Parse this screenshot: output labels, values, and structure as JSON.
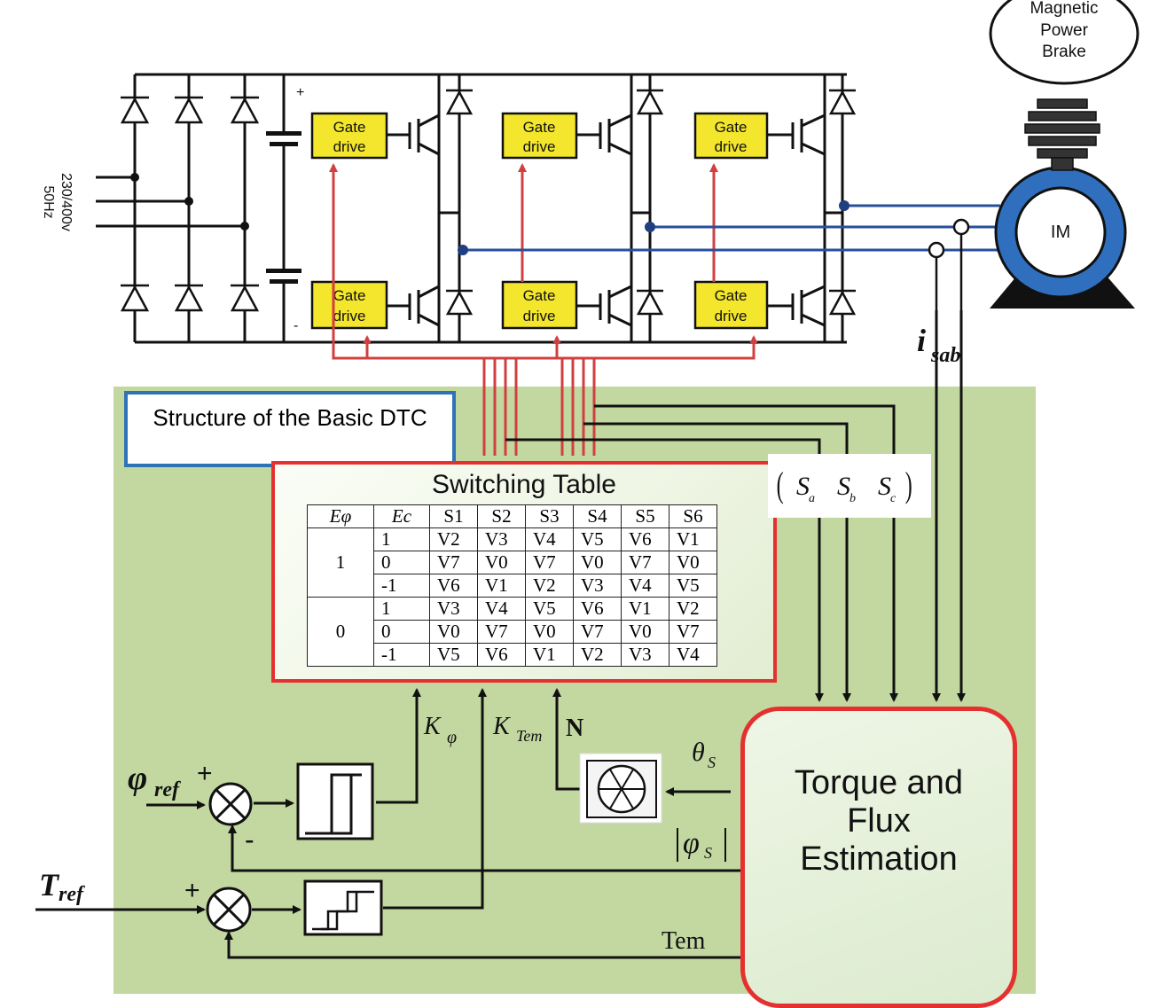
{
  "brake": {
    "line1": "Magnetic",
    "line2": "Power",
    "line3": "Brake"
  },
  "motor": {
    "label": "IM"
  },
  "supply": {
    "line1": "230/400v",
    "line2": "50Hz"
  },
  "dc_link": {
    "plus": "+",
    "minus": "-"
  },
  "gate_drive": {
    "line1": "Gate",
    "line2": "drive"
  },
  "current_label": {
    "main": "i",
    "sub": "sab"
  },
  "structure_title": "Structure of the Basic DTC",
  "switching_table": {
    "title": "Switching Table",
    "headers": [
      "Eφ",
      "Ec",
      "S1",
      "S2",
      "S3",
      "S4",
      "S5",
      "S6"
    ],
    "groups": [
      {
        "e_phi": "1",
        "rows": [
          {
            "ec": "1",
            "v": [
              "V2",
              "V3",
              "V4",
              "V5",
              "V6",
              "V1"
            ]
          },
          {
            "ec": "0",
            "v": [
              "V7",
              "V0",
              "V7",
              "V0",
              "V7",
              "V0"
            ]
          },
          {
            "ec": "-1",
            "v": [
              "V6",
              "V1",
              "V2",
              "V3",
              "V4",
              "V5"
            ]
          }
        ]
      },
      {
        "e_phi": "0",
        "rows": [
          {
            "ec": "1",
            "v": [
              "V3",
              "V4",
              "V5",
              "V6",
              "V1",
              "V2"
            ]
          },
          {
            "ec": "0",
            "v": [
              "V0",
              "V7",
              "V0",
              "V7",
              "V0",
              "V7"
            ]
          },
          {
            "ec": "-1",
            "v": [
              "V5",
              "V6",
              "V1",
              "V2",
              "V3",
              "V4"
            ]
          }
        ]
      }
    ]
  },
  "switch_states": {
    "s": "S",
    "a": "a",
    "b": "b",
    "c": "c"
  },
  "estimation": {
    "line1": "Torque and",
    "line2": "Flux",
    "line3": "Estimation"
  },
  "signals": {
    "k_phi": "K",
    "k_phi_sub": "φ",
    "k_tem": "K",
    "k_tem_sub": "Tem",
    "sector": "N",
    "theta": "θ",
    "theta_sub": "S",
    "flux_mag": "φ",
    "flux_mag_sub": "S",
    "tem": "Tem",
    "phi_ref": "φ",
    "phi_ref_sub": "ref",
    "t_ref": "T",
    "t_ref_sub": "ref",
    "plus": "+",
    "minus": "-"
  }
}
